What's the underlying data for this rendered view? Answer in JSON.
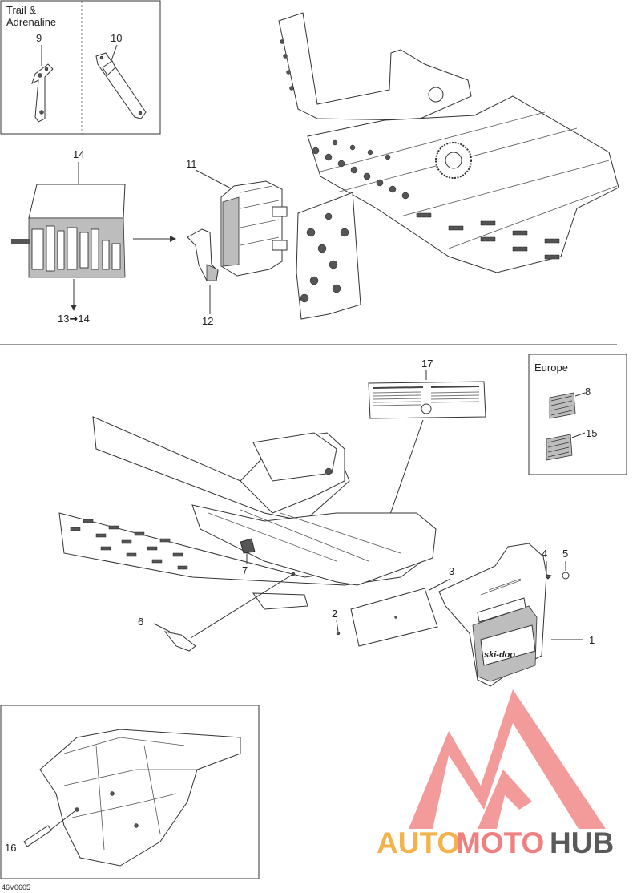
{
  "diagram": {
    "frame_labels": {
      "trail_adrenaline_line1": "Trail &",
      "trail_adrenaline_line2": "Adrenaline",
      "europe": "Europe"
    },
    "callouts": {
      "c1": "1",
      "c2": "2",
      "c3": "3",
      "c4": "4",
      "c5": "5",
      "c6": "6",
      "c7": "7",
      "c8": "8",
      "c9": "9",
      "c10": "10",
      "c11": "11",
      "c12": "12",
      "c13_14": "13➔14",
      "c14": "14",
      "c15": "15",
      "c16": "16",
      "c17": "17"
    },
    "reference_code": "46V0605",
    "watermark": {
      "part1": "AUTO",
      "part2": "MOTO",
      "part3": "HUB",
      "color_auto": "#F2B24C",
      "color_moto": "#F08080",
      "color_hub": "#5A5A5A",
      "logo_color": "#F28A8A"
    }
  }
}
